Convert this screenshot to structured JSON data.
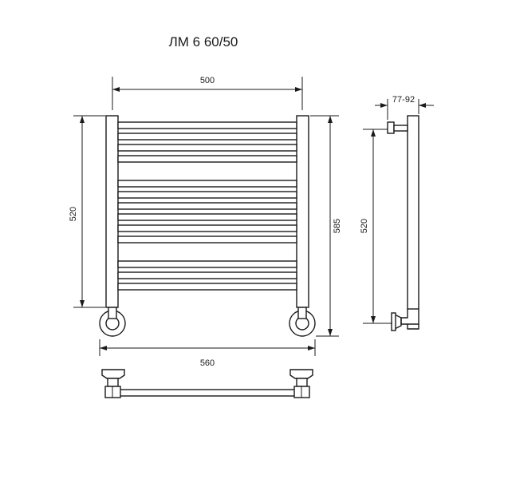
{
  "title": "ЛМ 6 60/50",
  "dimensions": {
    "top_width": "500",
    "left_height": "520",
    "right_height": "585",
    "bottom_width": "560",
    "side_height": "520",
    "side_depth": "77-92"
  },
  "colors": {
    "line": "#1a1a1a",
    "background": "#ffffff"
  }
}
